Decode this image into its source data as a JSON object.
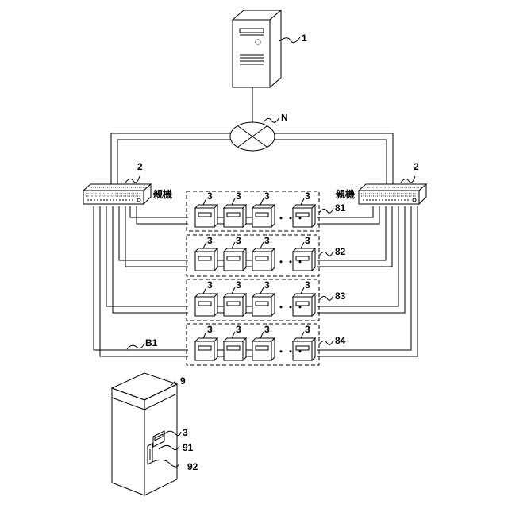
{
  "labels": {
    "server": "1",
    "network": "N",
    "parent_left": "2",
    "parent_right": "2",
    "parent_left_text": "親機",
    "parent_right_text": "親機",
    "terminal": "3",
    "group_1": "81",
    "group_2": "82",
    "group_3": "83",
    "group_4": "84",
    "ellipsis": "・・・",
    "bus": "B1",
    "cabinet": "9",
    "cabinet_terminal": "3",
    "cabinet_part_91": "91",
    "cabinet_part_92": "92"
  },
  "colors": {
    "line": "#000000",
    "background": "#ffffff"
  }
}
